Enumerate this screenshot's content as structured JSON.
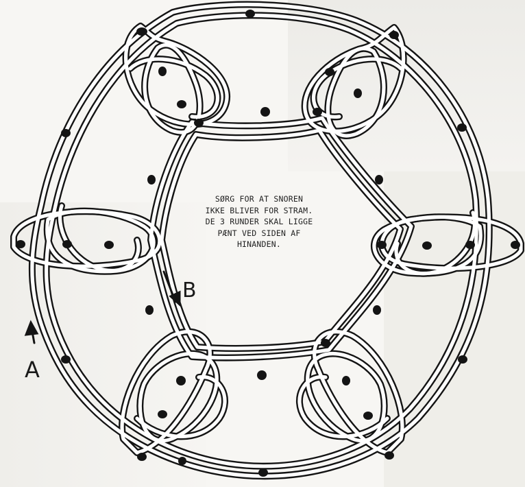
{
  "instruction_lines": [
    "SØRG FOR AT SNOREN",
    "IKKE BLIVER FOR STRAM.",
    "DE 3 RUNDER SKAL LIGGE",
    "PÆNT VED SIDEN AF",
    "HINANDEN."
  ],
  "labels": {
    "a": "A",
    "b": "B"
  },
  "colors": {
    "ink": "#141414",
    "cord_fill": "#ffffff",
    "paper": "#f7f6f3"
  }
}
